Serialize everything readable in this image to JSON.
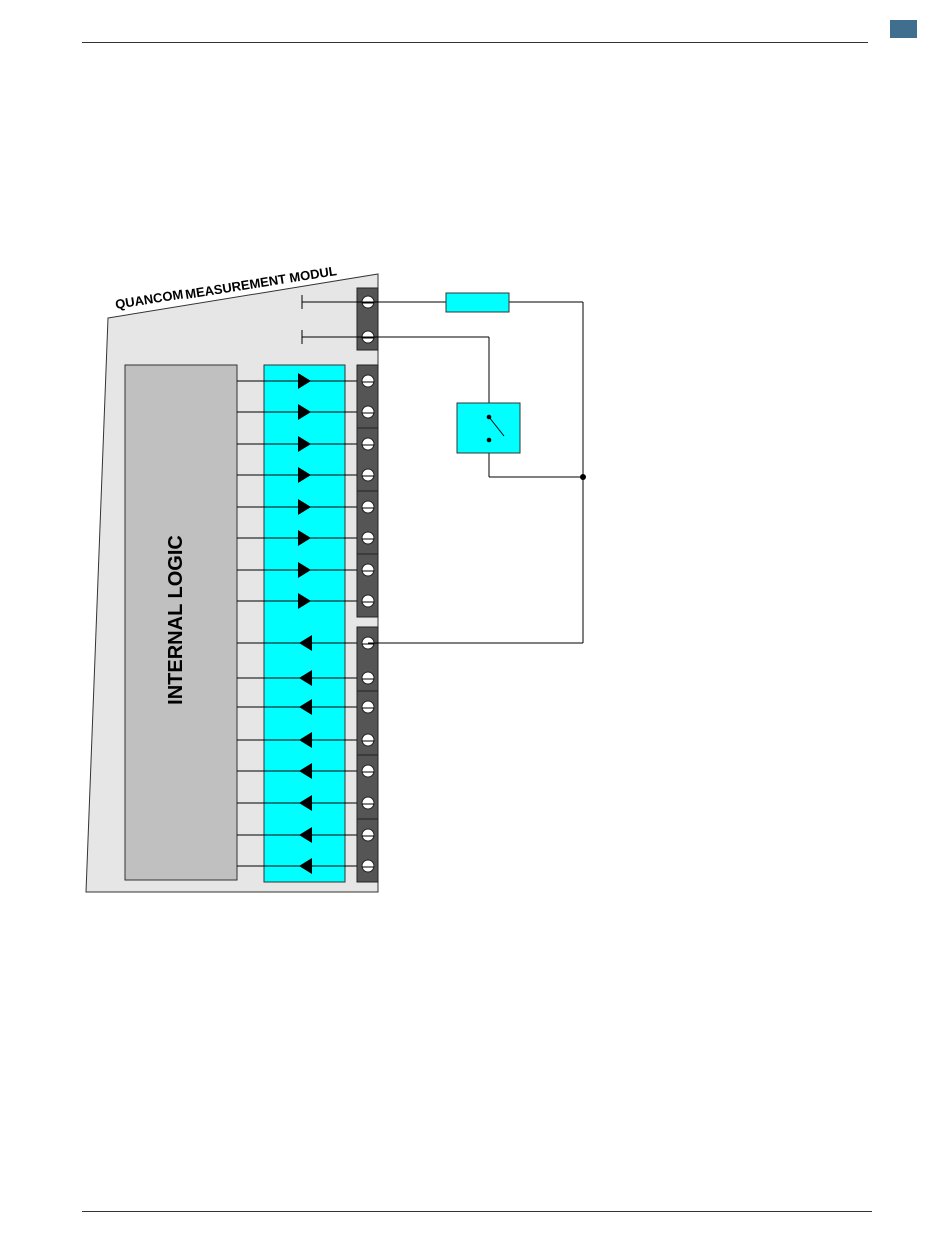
{
  "diagram": {
    "module_brand": "QUANCOM",
    "module_title": "MEASUREMENT MODUL",
    "logic_label": "INTERNAL  LOGIC"
  },
  "colors": {
    "module_body": "#e6e6e6",
    "logic_block": "#c0c0c0",
    "driver_block": "#00ffff",
    "terminal": "#555555",
    "corner_tab": "#3f6e8f"
  },
  "terminals": {
    "top_group": 2,
    "output_group": 8,
    "input_group": 8
  }
}
